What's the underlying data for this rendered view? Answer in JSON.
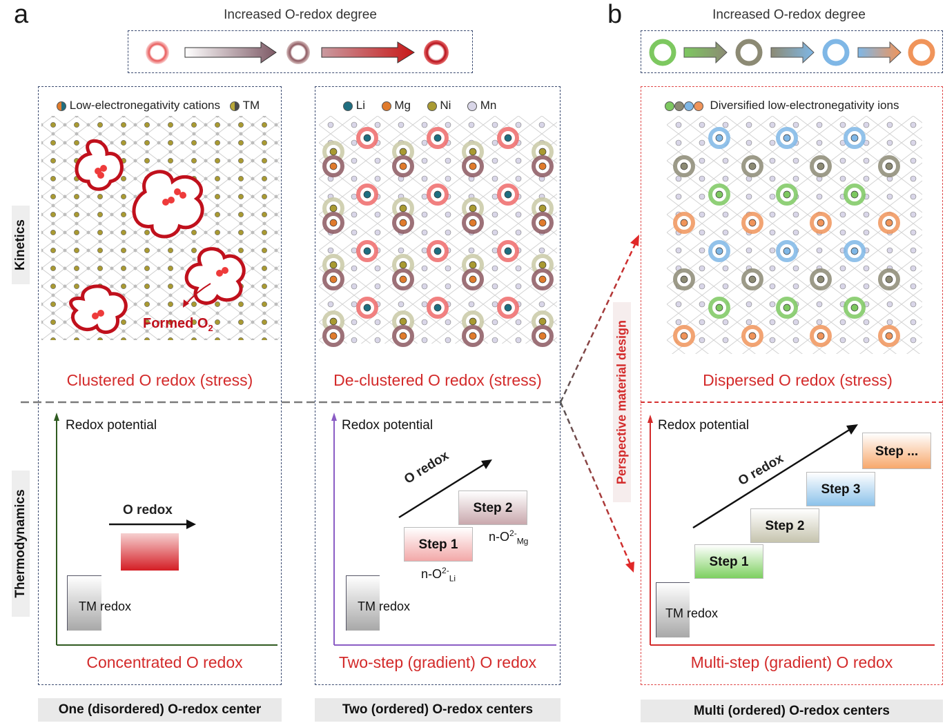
{
  "panel_a_letter": "a",
  "panel_b_letter": "b",
  "header_a": "Increased O-redox degree",
  "header_b": "Increased O-redox degree",
  "side_label_top": "Kinetics",
  "side_label_bottom": "Thermodynamics",
  "perspective_label": "Perspective material design",
  "col1": {
    "legend_1": "Low-electronegativity cations",
    "legend_2": "TM",
    "formed_label": "Formed O",
    "formed_sub": "2",
    "caption_top": "Clustered O redox (stress)",
    "axis_label": "Redox potential",
    "arrow_label": "O redox",
    "tm_a": "TM",
    "tm_b": "redox",
    "caption_bottom": "Concentrated O redox",
    "footer": "One (disordered) O-redox center"
  },
  "col2": {
    "legend_li": "Li",
    "legend_mg": "Mg",
    "legend_ni": "Ni",
    "legend_mn": "Mn",
    "caption_top": "De-clustered O redox (stress)",
    "axis_label": "Redox potential",
    "arrow_label": "O redox",
    "step1": "Step 1",
    "step2": "Step 2",
    "nO_li_base": "n-O",
    "nO_li_sup": "2-",
    "nO_li_sub": "Li",
    "nO_mg_base": "n-O",
    "nO_mg_sup": "2-",
    "nO_mg_sub": "Mg",
    "tm_a": "TM",
    "tm_b": "redox",
    "caption_bottom": "Two-step (gradient) O redox",
    "footer": "Two (ordered) O-redox centers"
  },
  "col3": {
    "legend": "Diversified  low-electronegativity ions",
    "caption_top": "Dispersed O redox (stress)",
    "axis_label": "Redox potential",
    "arrow_label": "O redox",
    "step1": "Step 1",
    "step2": "Step 2",
    "step3": "Step 3",
    "step4": "Step ...",
    "tm_a": "TM",
    "tm_b": "redox",
    "caption_bottom": "Multi-step (gradient) O redox",
    "footer": "Multi (ordered) O-redox centers"
  },
  "colors": {
    "red": "#d32a2a",
    "green": "#7dc860",
    "olive": "#8c8a74",
    "blue": "#7fb7e6",
    "orange": "#f0945a",
    "pink": "#e86868"
  }
}
